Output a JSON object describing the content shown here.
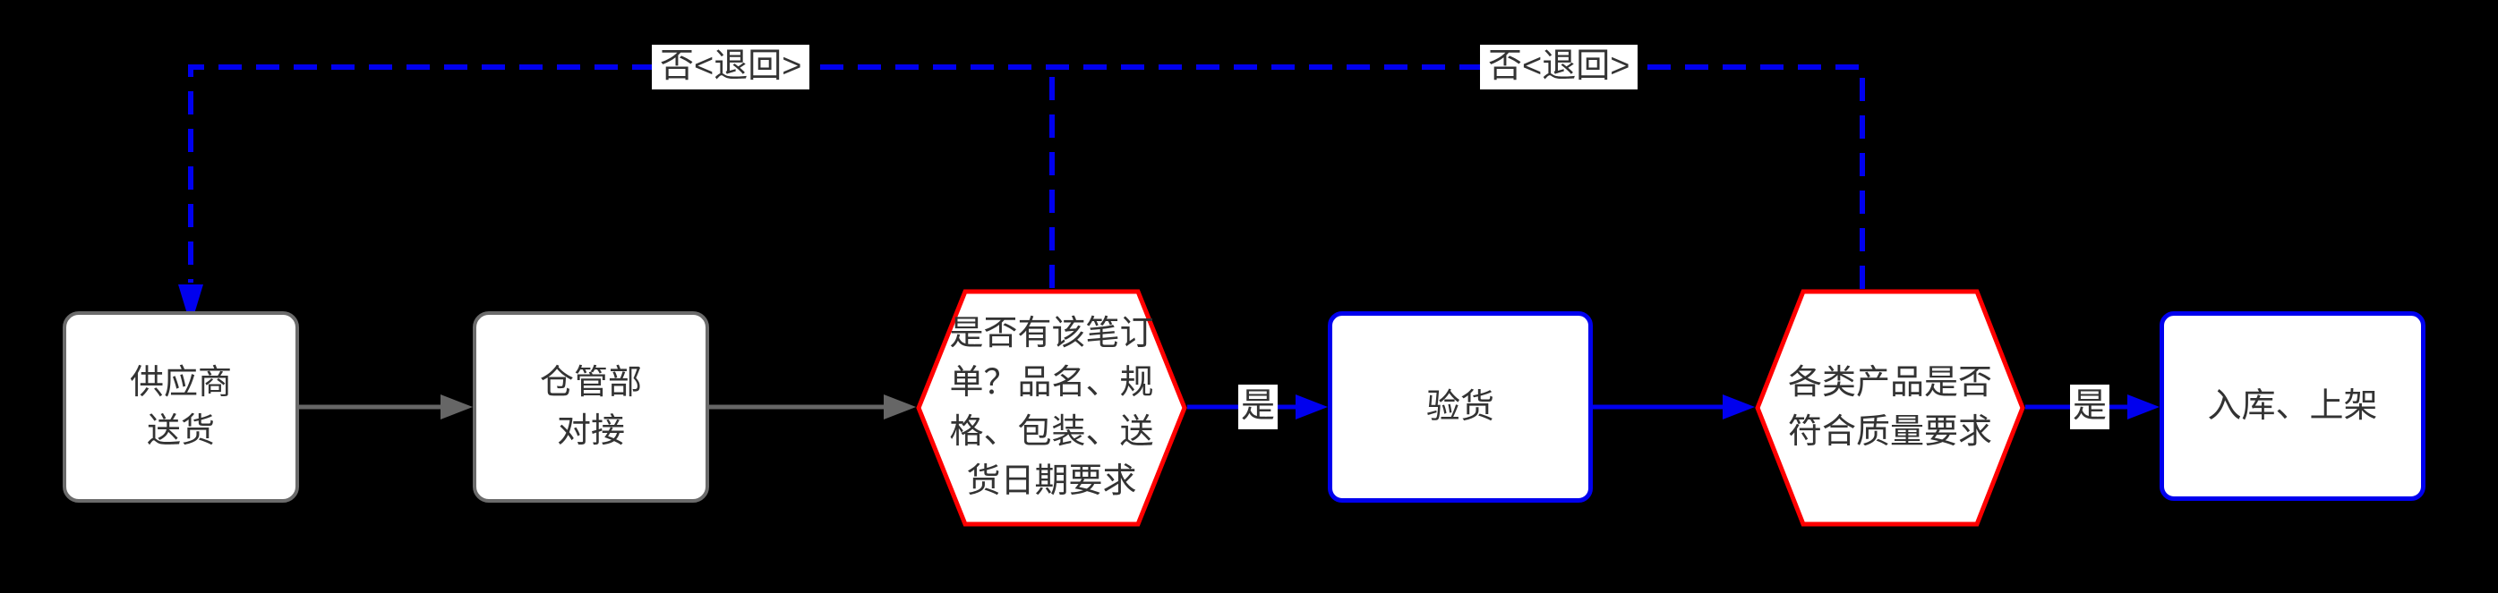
{
  "flowchart": {
    "colors": {
      "background": "#000000",
      "node_fill": "#ffffff",
      "gray_border": "#6b6b6b",
      "gray_arrow": "#666666",
      "blue": "#0000ee",
      "red": "#ff0000",
      "text": "#333333",
      "label_bg": "#ffffff"
    },
    "nodes": {
      "supplier": {
        "line1": "供应商",
        "line2": "送货"
      },
      "warehouse": {
        "line1": "仓管部",
        "line2": "对接"
      },
      "order_check": {
        "line1": "是否有该笔订",
        "line2": "单？品名、规",
        "line3": "格、包装、送",
        "line4": "货日期要求"
      },
      "inspect": {
        "label": "验货"
      },
      "quality_check": {
        "line1": "各类产品是否",
        "line2": "符合质量要求"
      },
      "shelve": {
        "label": "入库、上架"
      }
    },
    "edge_labels": {
      "order_no": "否<退回>",
      "quality_no": "否<退回>",
      "order_yes": "是",
      "quality_yes": "是"
    }
  }
}
